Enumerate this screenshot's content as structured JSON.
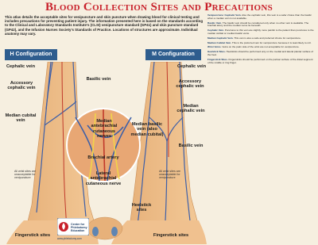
{
  "title": "Blood Collection Sites and Precautions",
  "intro": "This atlas details the acceptable sites for venipuncture and skin puncture when drawing blood for clinical testing and includes precautions for preventing patient injury. The information presented here is based on the standards according to the Clinical and Laboratory Standards Institute's (CLSI) venipuncture standard (GP41) and skin puncture standard (GP42), and the Infusion Nurses Society's Standards of Practice. Locations of structures are approximate. Individual anatomy may vary.",
  "config": {
    "h": "H Configuration",
    "m": "M Configuration"
  },
  "labels": {
    "cephalic_left": "Cephalic vein",
    "accessory_left": "Accessory cephalic vein",
    "median_cubital": "Median cubital vein",
    "basilic_left": "Basilic vein",
    "median_antebrachial": "Median antebrachial cutaneous nerves",
    "brachial_artery": "Brachial artery",
    "lateral_antebrachial": "Lateral antebrachial cutaneous nerve",
    "cephalic_right": "Cephalic vein",
    "accessory_right": "Accessory cephalic vein",
    "median_cephalic": "Median cephalic vein",
    "median_basilic": "Median basilic vein (also median cubital)",
    "basilic_right": "Basilic vein",
    "heelstick": "Heelstick sites",
    "fingerstick_left": "Fingerstick sites",
    "fingerstick_right": "Fingerstick sites",
    "all_wrist_left": "All wrist sites are unacceptable for venipuncture",
    "all_wrist_right": "All wrist sites are unacceptable for venipuncture"
  },
  "logo": {
    "line1": "Center for Phlebotomy Education",
    "url": "www.phlebotomy.com"
  },
  "right": {
    "p1_head": "Venipuncture: Cephalic Vein.",
    "p1": "Also the cephalic vein, this vein is a safer choice than the basilic when a median vein is not available.",
    "p2_head": "Basilic Vein.",
    "p2": "The basilic vein should be considered only when no other vein is available. The brachial artery and the median nerve lie beneath.",
    "p3_head": "Cephalic Vein.",
    "p3": "Punctures to this vein are slightly more painful to the patient than punctures to the median cubital or median basilic veins.",
    "p4_head": "Median Cephalic Vein.",
    "p4": "This vein is also a safe and preferred choice for venipuncture.",
    "p5_head": "Median Cubital Vein.",
    "p5": "This is the preferred vein for venipuncture because it is least likely to roll.",
    "p6_head": "Wrist Veins.",
    "p6": "Veins on the palm side of the wrist are not acceptable for venipuncture.",
    "p7_head": "Heelstick Sites.",
    "p7": "Heelsticks should be performed only on the medial and lateral plantar surface of the heel.",
    "p8_head": "Fingerstick Sites.",
    "p8": "Fingersticks should be performed on the palmar surface of the distal segment of the middle or ring finger."
  }
}
